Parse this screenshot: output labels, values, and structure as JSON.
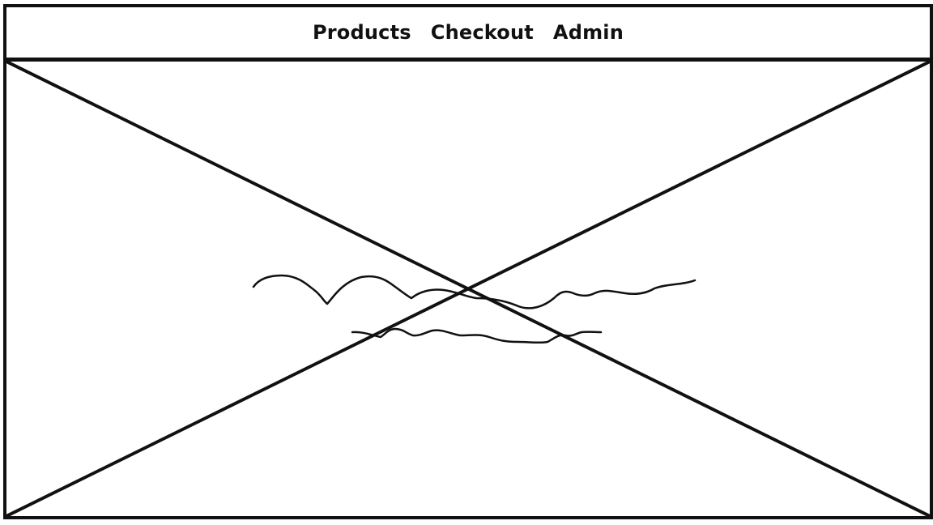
{
  "nav": {
    "items": [
      {
        "label": "Products"
      },
      {
        "label": "Checkout"
      },
      {
        "label": "Admin"
      }
    ]
  },
  "content": {
    "image_placeholder": {
      "icon": "image-placeholder-cross"
    },
    "scribble_text": {
      "icon": "squiggle-text-lines",
      "line_count": 2
    }
  },
  "colors": {
    "stroke": "#111111",
    "background": "#ffffff"
  }
}
